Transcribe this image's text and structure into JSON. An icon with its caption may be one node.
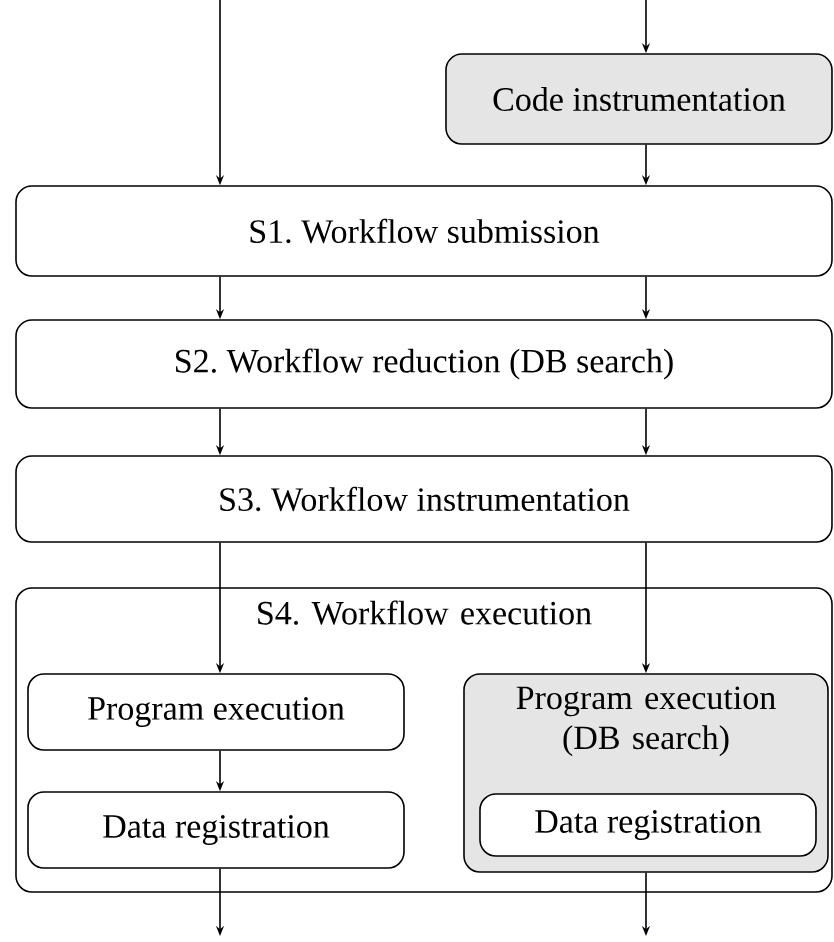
{
  "diagram": {
    "nodes": [
      {
        "text": [
          "Code instrumentation"
        ]
      },
      {
        "text": [
          "S1. Workflow submission"
        ]
      },
      {
        "text": [
          "S2. Workflow reduction (DB search)"
        ]
      },
      {
        "text": [
          "S3. Workflow instrumentation"
        ]
      },
      {
        "text": [
          "S4. Workflow execution"
        ]
      },
      {
        "text": [
          "Program execution"
        ],
        "in": 4
      },
      {
        "text": [
          "Data registration"
        ],
        "in": 4
      },
      {
        "text": [
          "Program execution (DB search)"
        ],
        "in": 4
      },
      {
        "text": [
          "Data registration"
        ],
        "in": 7
      }
    ],
    "edges": [
      {
        "from": null,
        "to": 1,
        "arrow": "to"
      },
      {
        "from": null,
        "to": 0,
        "arrow": "to"
      },
      {
        "from": 0,
        "to": 1,
        "arrow": "to"
      },
      {
        "from": 1,
        "to": 2,
        "arrow": "to"
      },
      {
        "from": 1,
        "to": 2,
        "arrow": "to"
      },
      {
        "from": 2,
        "to": 3,
        "arrow": "to"
      },
      {
        "from": 2,
        "to": 3,
        "arrow": "to"
      },
      {
        "from": 3,
        "to": 5,
        "arrow": "to"
      },
      {
        "from": 3,
        "to": 7,
        "arrow": "to"
      },
      {
        "from": 5,
        "to": 6,
        "arrow": "to"
      },
      {
        "from": 6,
        "to": null,
        "arrow": "to"
      },
      {
        "from": 7,
        "to": null,
        "arrow": "to"
      }
    ]
  }
}
